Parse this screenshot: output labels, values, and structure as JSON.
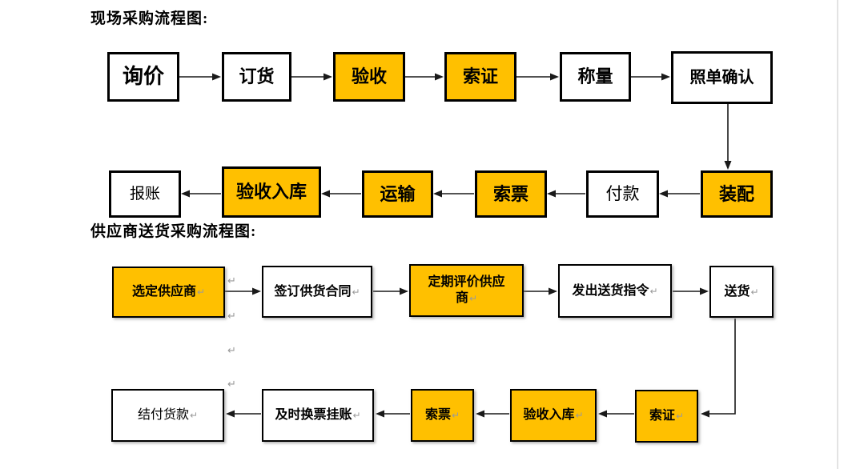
{
  "symbols": {
    "return_mark": "↵"
  },
  "colors": {
    "highlight_fill": "#FFC000",
    "plain_fill": "#FFFFFF",
    "border": "#000000",
    "arrow": "#1A1A1A",
    "format_mark": "#9A9A9A",
    "page_edge": "#E3E3E3"
  },
  "chart1": {
    "title": "现场采购流程图:",
    "row1_flow": "left-to-right",
    "row2_flow": "right-to-left",
    "row1": [
      {
        "label": "询价",
        "highlighted": false
      },
      {
        "label": "订货",
        "highlighted": false
      },
      {
        "label": "验收",
        "highlighted": true
      },
      {
        "label": "索证",
        "highlighted": true
      },
      {
        "label": "称量",
        "highlighted": false
      },
      {
        "label": "照单确认",
        "highlighted": false
      }
    ],
    "row2": [
      {
        "label": "报账",
        "highlighted": false
      },
      {
        "label": "验收入库",
        "highlighted": true
      },
      {
        "label": "运输",
        "highlighted": true
      },
      {
        "label": "索票",
        "highlighted": true
      },
      {
        "label": "付款",
        "highlighted": false
      },
      {
        "label": "装配",
        "highlighted": true
      }
    ]
  },
  "chart2": {
    "title": "供应商送货采购流程图:",
    "row1_flow": "left-to-right",
    "row2_flow": "right-to-left",
    "row1": [
      {
        "label": "选定供应商",
        "highlighted": true
      },
      {
        "label": "签订供货合同",
        "highlighted": false
      },
      {
        "label": "定期评价供应商",
        "highlighted": true
      },
      {
        "label": "发出送货指令",
        "highlighted": false
      },
      {
        "label": "送货",
        "highlighted": false
      }
    ],
    "row2": [
      {
        "label": "结付货款",
        "highlighted": false
      },
      {
        "label": "及时换票挂账",
        "highlighted": false
      },
      {
        "label": "索票",
        "highlighted": true
      },
      {
        "label": "验收入库",
        "highlighted": true
      },
      {
        "label": "索证",
        "highlighted": true
      }
    ]
  }
}
